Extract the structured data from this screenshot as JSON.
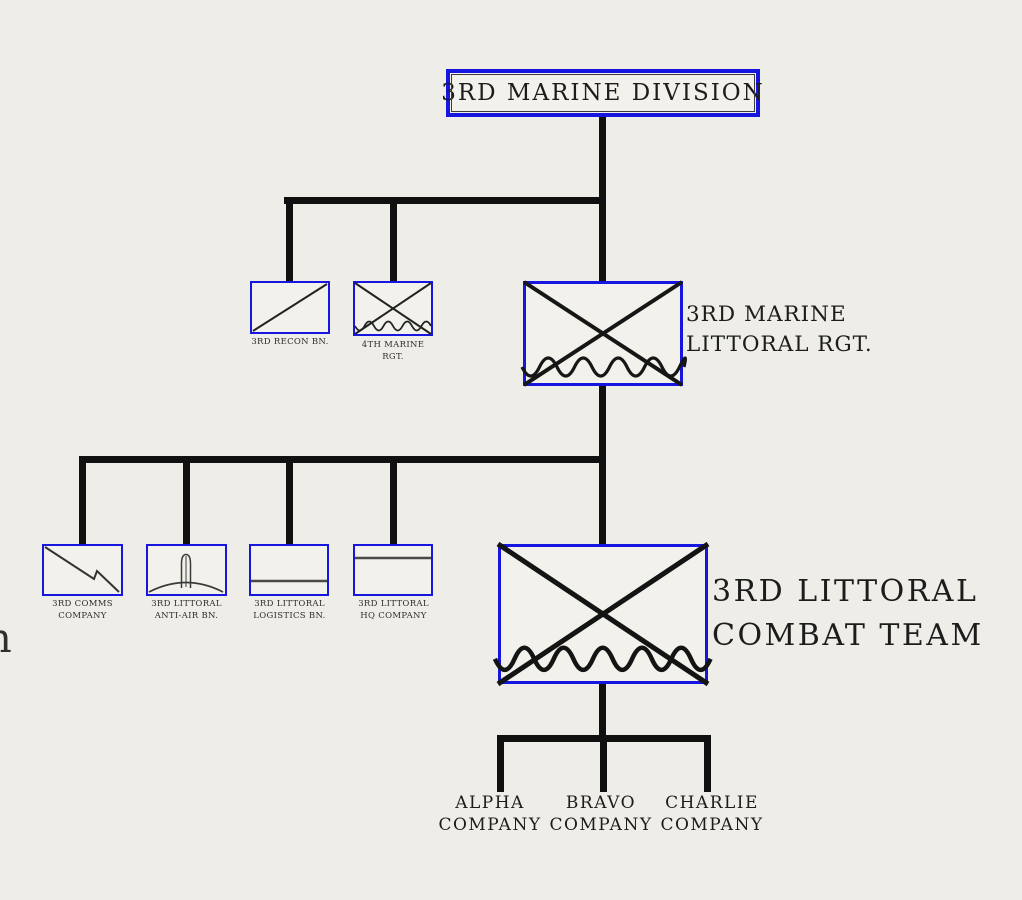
{
  "page": {
    "background_color": "#eeede7",
    "accent_blue": "#1616e0",
    "line_color": "#101010",
    "box_fill": "#f2f1eb",
    "text_color": "#1c1c1c"
  },
  "chart": {
    "type": "org-chart",
    "root": {
      "label": "3RD MARINE DIVISION"
    },
    "tier1": {
      "recon": {
        "label": "3RD RECON BN.",
        "symbol": "recon-diagonal"
      },
      "fourth_marine": {
        "label_line1": "4TH MARINE",
        "label_line2": "RGT.",
        "symbol": "infantry-wave"
      },
      "littoral_rgt": {
        "label_line1": "3RD MARINE",
        "label_line2": "LITTORAL RGT.",
        "symbol": "infantry-wave"
      }
    },
    "tier2": {
      "comms": {
        "label_line1": "3RD COMMS",
        "label_line2": "COMPANY",
        "symbol": "signal-bolt"
      },
      "anti_air": {
        "label_line1": "3RD LITTORAL",
        "label_line2": "ANTI-AIR BN.",
        "symbol": "air-defense-dome"
      },
      "logistics": {
        "label_line1": "3RD LITTORAL",
        "label_line2": "LOGISTICS BN.",
        "symbol": "logistics-bar"
      },
      "hq": {
        "label_line1": "3RD LITTORAL",
        "label_line2": "HQ COMPANY",
        "symbol": "hq-bar"
      },
      "combat_team": {
        "label_line1": "3RD LITTORAL",
        "label_line2": "COMBAT TEAM",
        "symbol": "infantry-wave"
      }
    },
    "tier3": {
      "alpha": {
        "label_line1": "ALPHA",
        "label_line2": "COMPANY"
      },
      "bravo": {
        "label_line1": "BRAVO",
        "label_line2": "COMPANY"
      },
      "charlie": {
        "label_line1": "CHARLIE",
        "label_line2": "COMPANY"
      }
    },
    "edge_fragment": "n"
  }
}
